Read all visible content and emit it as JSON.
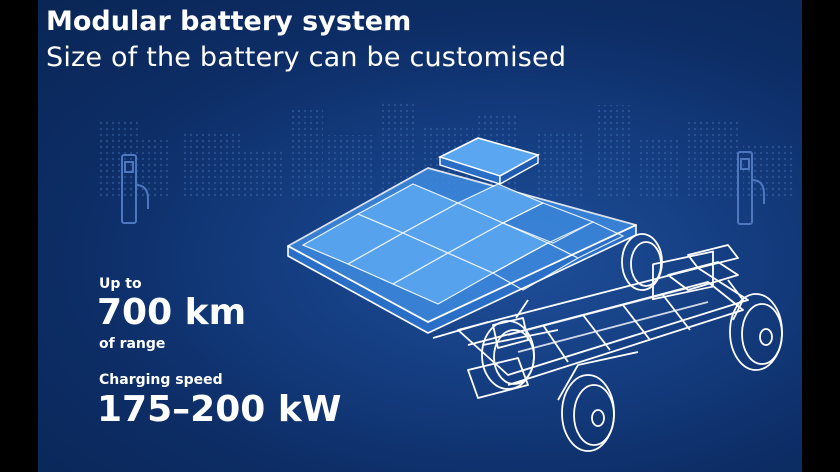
{
  "header": {
    "title": "Modular battery system",
    "subtitle": "Size of the battery can be customised"
  },
  "stats": {
    "range_prefix": "Up to",
    "range_value": "700 km",
    "range_suffix": "of range",
    "charging_label": "Charging speed",
    "charging_value": "175–200 kW"
  },
  "colors": {
    "background": "#143d80",
    "line_art": "#ffffff",
    "battery_fill": "#3d8be0",
    "battery_highlight": "#5aa6f0"
  }
}
